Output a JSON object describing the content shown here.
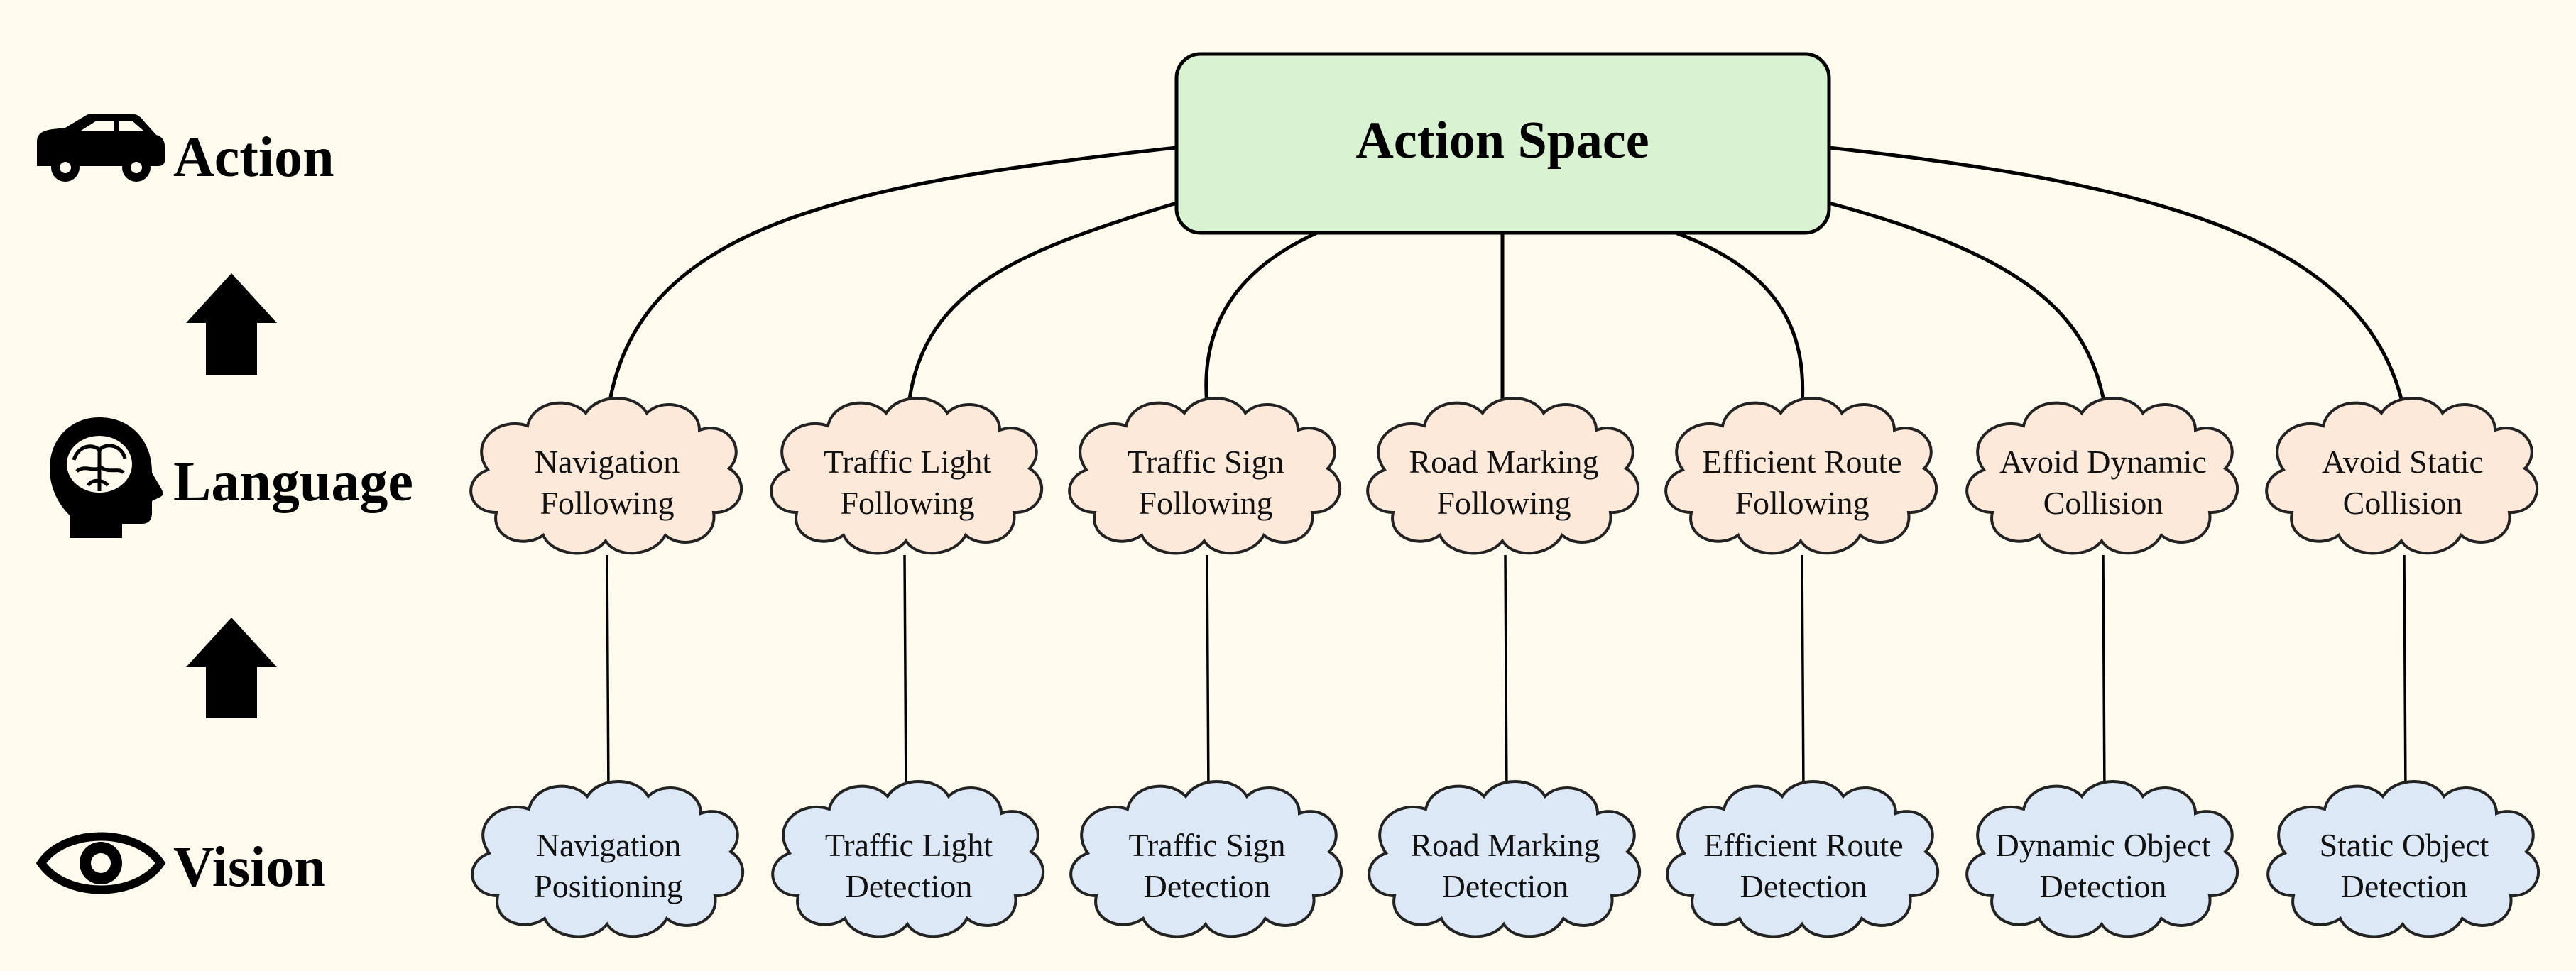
{
  "layers": {
    "action": "Action",
    "language": "Language",
    "vision": "Vision"
  },
  "icons": {
    "action": "car-icon",
    "language": "brain-head-icon",
    "vision": "eye-icon",
    "arrows": "arrow-up-icon"
  },
  "action_space": {
    "label": "Action Space"
  },
  "language_nodes": [
    {
      "line1": "Navigation",
      "line2": "Following"
    },
    {
      "line1": "Traffic Light",
      "line2": "Following"
    },
    {
      "line1": "Traffic Sign",
      "line2": "Following"
    },
    {
      "line1": "Road Marking",
      "line2": "Following"
    },
    {
      "line1": "Efficient Route",
      "line2": "Following"
    },
    {
      "line1": "Avoid Dynamic",
      "line2": "Collision"
    },
    {
      "line1": "Avoid Static",
      "line2": "Collision"
    }
  ],
  "vision_nodes": [
    {
      "line1": "Navigation",
      "line2": "Positioning"
    },
    {
      "line1": "Traffic Light",
      "line2": "Detection"
    },
    {
      "line1": "Traffic Sign",
      "line2": "Detection"
    },
    {
      "line1": "Road Marking",
      "line2": "Detection"
    },
    {
      "line1": "Efficient Route",
      "line2": "Detection"
    },
    {
      "line1": "Dynamic Object",
      "line2": "Detection"
    },
    {
      "line1": "Static Object",
      "line2": "Detection"
    }
  ],
  "colors": {
    "background": "#fffaee",
    "action_box_fill": "#d9f2d2",
    "language_cloud_fill": "#fde9da",
    "vision_cloud_fill": "#dde8f6",
    "stroke": "#000000"
  }
}
